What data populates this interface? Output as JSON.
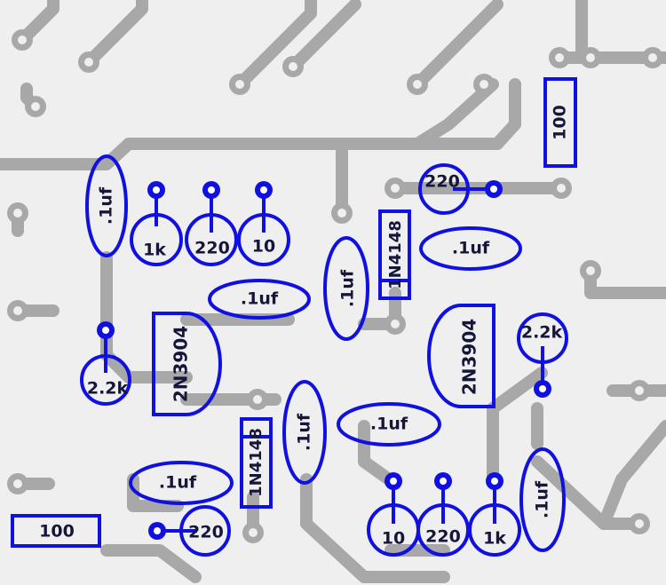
{
  "colors": {
    "board": "#efefef",
    "trace": "#a8a8a8",
    "silkscreen": "#1010e0",
    "label_text": "#16163a"
  },
  "components": {
    "c1": ".1uf",
    "c2": ".1uf",
    "c3": ".1uf",
    "c4": ".1uf",
    "c5": ".1uf",
    "c6": ".1uf",
    "c7": ".1uf",
    "c8": ".1uf",
    "r1k_left": "1k",
    "r220_left": "220",
    "r10_left": "10",
    "r1k_right": "1k",
    "r220_right": "220",
    "r10_right": "10",
    "r220_top": "220",
    "r220_bottom": "220",
    "r2k2_left": "2.2k",
    "r2k2_right": "2.2k",
    "q_left": "2N3904",
    "q_right": "2N3904",
    "d_top": "1N4148",
    "d_bottom": "1N4148",
    "r100_top": "100",
    "r100_bottom": "100"
  }
}
